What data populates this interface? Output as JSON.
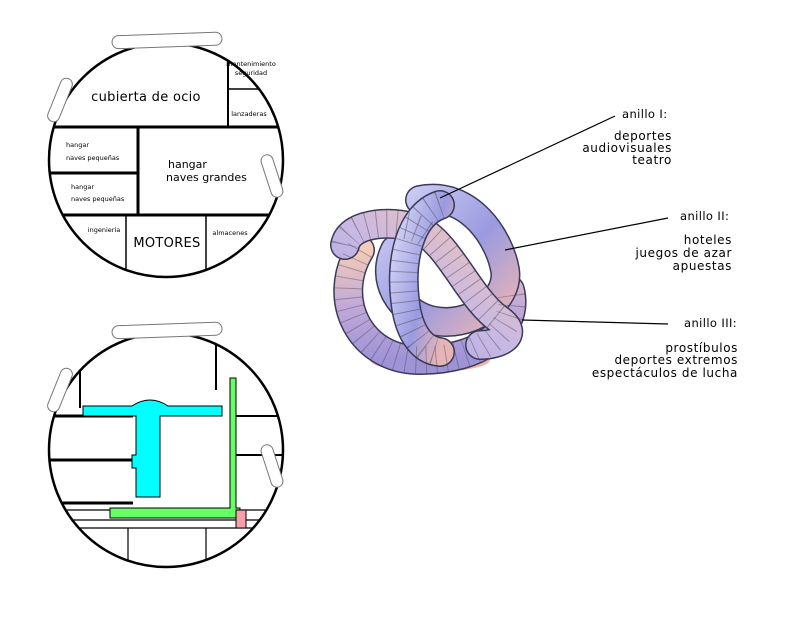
{
  "plan_top": {
    "cubierta": "cubierta de ocio",
    "mantenimiento": [
      "mantenimiento",
      "seguridad"
    ],
    "lanzaderas": "lanzaderas",
    "hangar_small_1": [
      "hangar",
      "naves pequeñas"
    ],
    "hangar_small_2": [
      "hangar",
      "naves pequeñas"
    ],
    "hangar_big": [
      "hangar",
      "naves grandes"
    ],
    "ingenieria": "ingeniería",
    "motores": "MOTORES",
    "almacenes": "almacenes"
  },
  "rings": [
    {
      "title": "anillo I:",
      "items": [
        "deportes",
        "audiovisuales",
        "teatro"
      ]
    },
    {
      "title": "anillo II:",
      "items": [
        "hoteles",
        "juegos de azar",
        "apuestas"
      ]
    },
    {
      "title": "anillo III:",
      "items": [
        "prostíbulos",
        "deportes extremos",
        "espectáculos de lucha"
      ]
    }
  ],
  "colors": {
    "cyan": "#00ffff",
    "green": "#66ff66",
    "pink": "#f5a0a8",
    "knot_light": "#b8b8ec",
    "knot_warm": "#f2c0b0"
  }
}
